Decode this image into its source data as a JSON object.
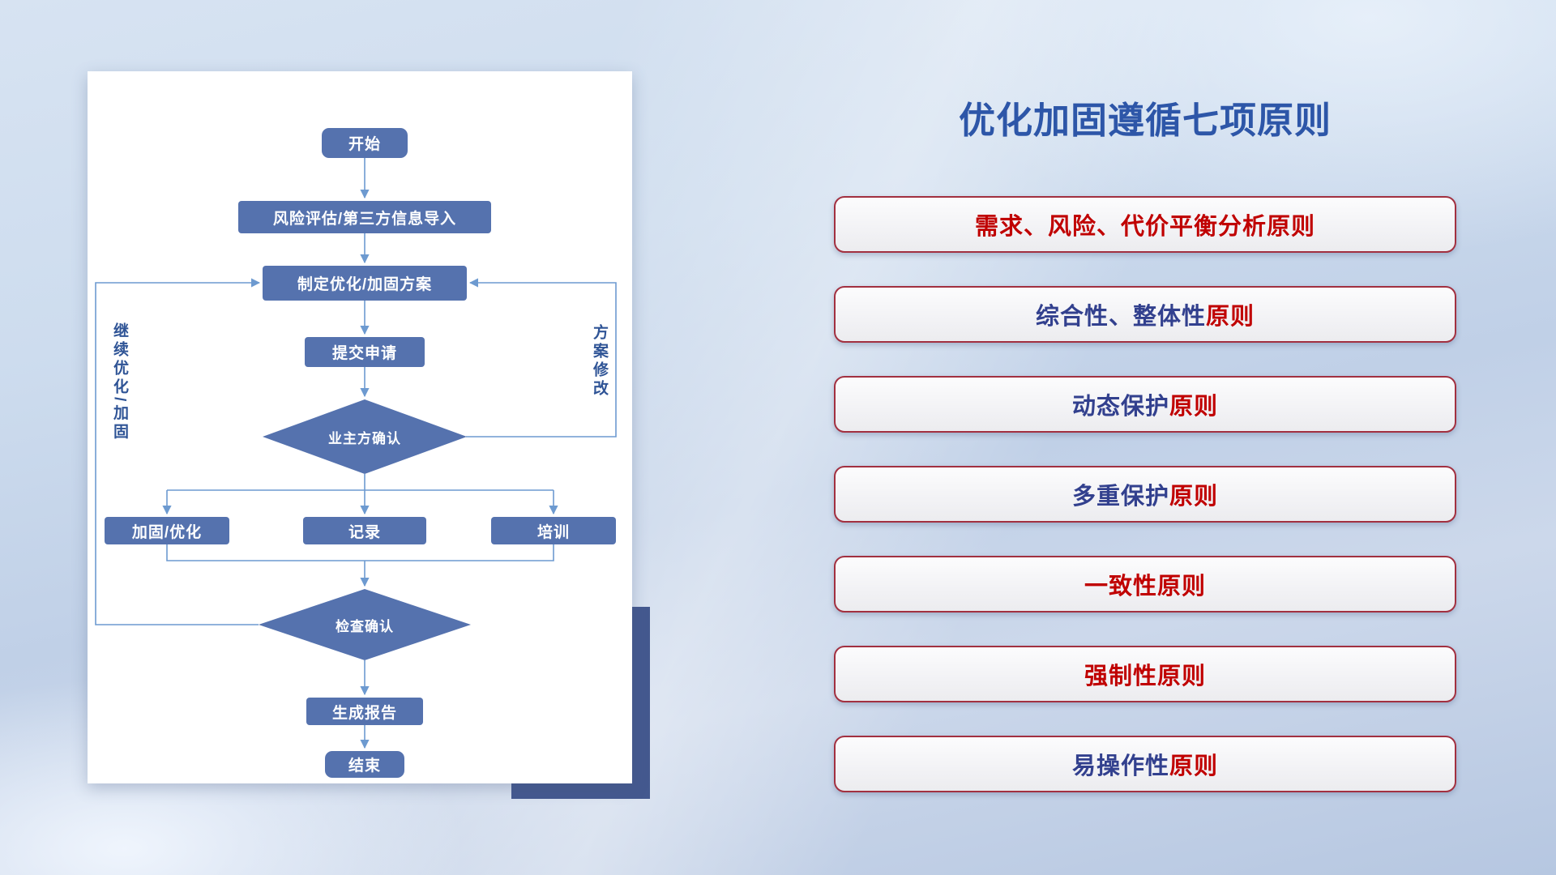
{
  "left_panel": {
    "flowchart": {
      "nodes": {
        "start": {
          "label": "开始"
        },
        "risk_import": {
          "label": "风险评估/第三方信息导入"
        },
        "make_plan": {
          "label": "制定优化/加固方案"
        },
        "submit": {
          "label": "提交申请"
        },
        "owner_confirm": {
          "label": "业主方确认"
        },
        "harden": {
          "label": "加固/优化"
        },
        "record": {
          "label": "记录"
        },
        "training": {
          "label": "培训"
        },
        "check_confirm": {
          "label": "检查确认"
        },
        "report": {
          "label": "生成报告"
        },
        "end": {
          "label": "结束"
        }
      },
      "loop_labels": {
        "continue": "继续优化/加固",
        "revise": "方案修改"
      }
    }
  },
  "right_panel": {
    "title": "优化加固遵循七项原则",
    "principles": [
      {
        "prefix": "",
        "suffix": "需求、风险、代价平衡分析原则"
      },
      {
        "prefix": "综合性、整体性",
        "suffix": "原则"
      },
      {
        "prefix": "动态保护",
        "suffix": "原则"
      },
      {
        "prefix": "多重保护",
        "suffix": "原则"
      },
      {
        "prefix": "",
        "suffix": "一致性原则"
      },
      {
        "prefix": "",
        "suffix": "强制性原则"
      },
      {
        "prefix": "易操作性",
        "suffix": "原则"
      }
    ]
  },
  "colors": {
    "accent_red": "#c00000",
    "accent_navy": "#32408e",
    "node_blue": "#5572ae",
    "connector_blue": "#6d9ad0",
    "title_blue": "#2d56a8",
    "box_border_red": "#a23040",
    "shadow_navy": "#44598f"
  }
}
